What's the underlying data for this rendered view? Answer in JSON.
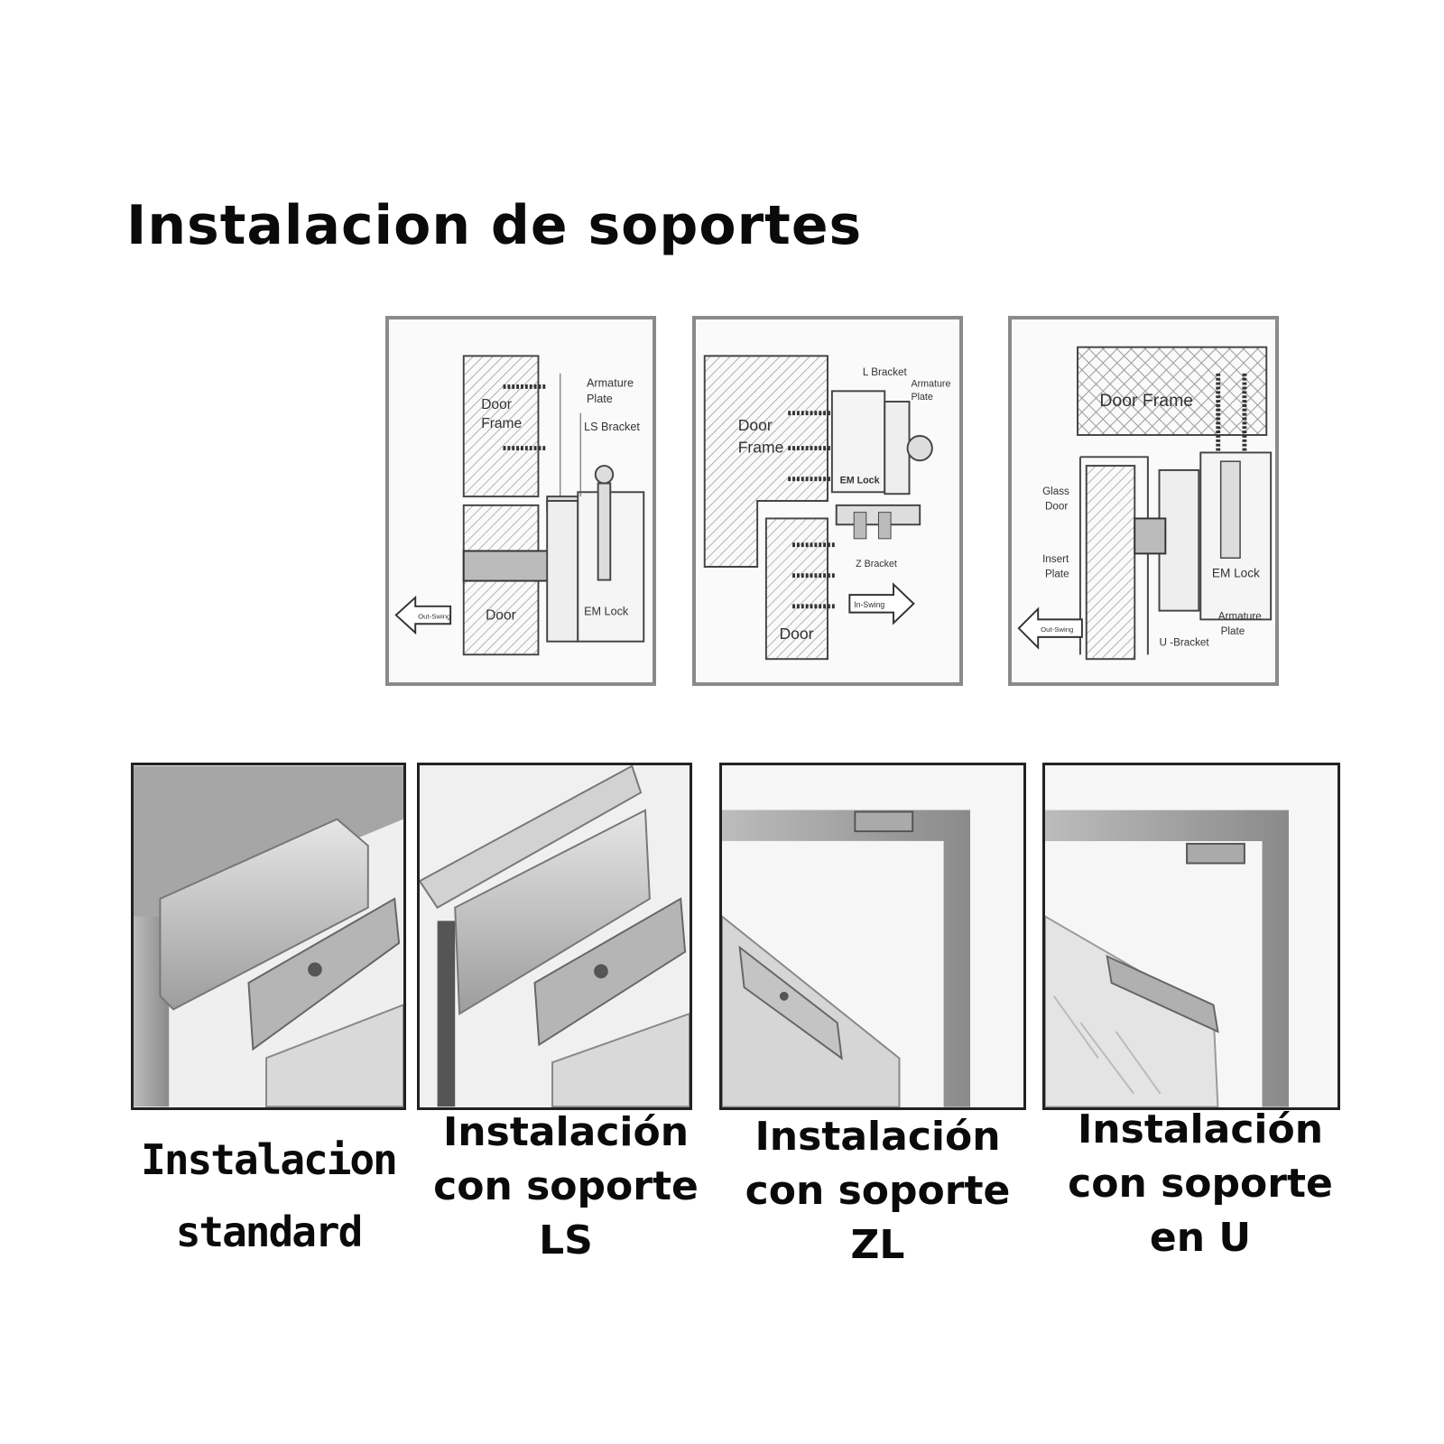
{
  "title": "Instalacion de soportes",
  "diagrams": [
    {
      "labels": {
        "door_frame_1": "Door",
        "door_frame_2": "Frame",
        "armature_1": "Armature",
        "armature_2": "Plate",
        "bracket": "LS Bracket",
        "door": "Door",
        "lock": "EM Lock",
        "swing": "Out-Swing"
      }
    },
    {
      "labels": {
        "l_bracket": "L Bracket",
        "armature_1": "Armature",
        "armature_2": "Plate",
        "door_frame_1": "Door",
        "door_frame_2": "Frame",
        "lock": "EM Lock",
        "z_bracket": "Z Bracket",
        "swing": "In-Swing",
        "door": "Door"
      }
    },
    {
      "labels": {
        "door_frame": "Door Frame",
        "glass_1": "Glass",
        "glass_2": "Door",
        "insert_1": "Insert",
        "insert_2": "Plate",
        "lock": "EM Lock",
        "armature_1": "Armature",
        "armature_2": "Plate",
        "u_bracket": "U -Bracket",
        "swing": "Out-Swing"
      }
    }
  ],
  "captions": [
    {
      "lines": [
        "Instalacion",
        "standard"
      ]
    },
    {
      "lines": [
        "Instalación",
        "con soporte",
        "LS"
      ]
    },
    {
      "lines": [
        "Instalación",
        "con soporte",
        "ZL"
      ]
    },
    {
      "lines": [
        "Instalación",
        "con soporte",
        "en U"
      ]
    }
  ]
}
